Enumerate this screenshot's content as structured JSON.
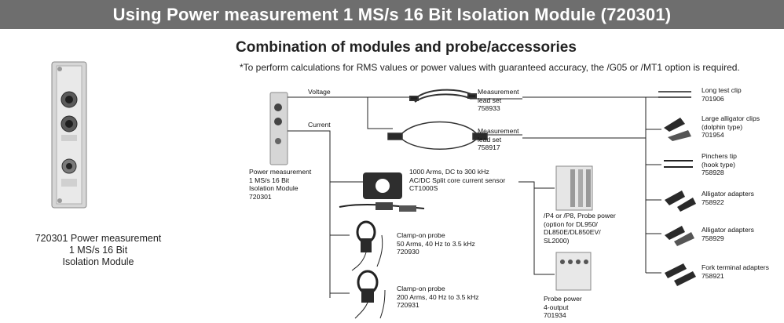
{
  "banner_title": "Using Power measurement 1 MS/s 16 Bit Isolation Module (720301)",
  "module_caption": "720301 Power measurement\n1 MS/s 16 Bit\nIsolation Module",
  "section_heading": "Combination of modules and probe/accessories",
  "note": "*To perform calculations for RMS values or power values with guaranteed accuracy, the /G05 or /MT1 option is required.",
  "diagram": {
    "voltage_label": "Voltage",
    "current_label": "Current",
    "module_label": "Power measurement\n1 MS/s 16 Bit\nIsolation Module\n720301",
    "lead_set_1": "Measurement\nlead set\n758933",
    "lead_set_2": "Measurement\nlead set\n758917",
    "ct_sensor": "1000 Arms, DC to 300 kHz\nAC/DC Split core current sensor\nCT1000S",
    "clamp_1": "Clamp-on probe\n50 Arms, 40 Hz to 3.5 kHz\n720930",
    "clamp_2": "Clamp-on probe\n200 Arms, 40 Hz to 3.5 kHz\n720931",
    "probe_power_dl": "/P4 or /P8, Probe power\n(option for DL950/\nDL850E/DL850EV/\nSL2000)",
    "probe_power_4": "Probe power\n4-output\n701934",
    "accessories": [
      "Long test clip\n701906",
      "Large alligator clips\n(dolphin type)\n701954",
      "Pinchers tip\n(hook type)\n758928",
      "Alligator adapters\n758922",
      "Alligator adapters\n758929",
      "Fork terminal adapters\n758921"
    ]
  }
}
